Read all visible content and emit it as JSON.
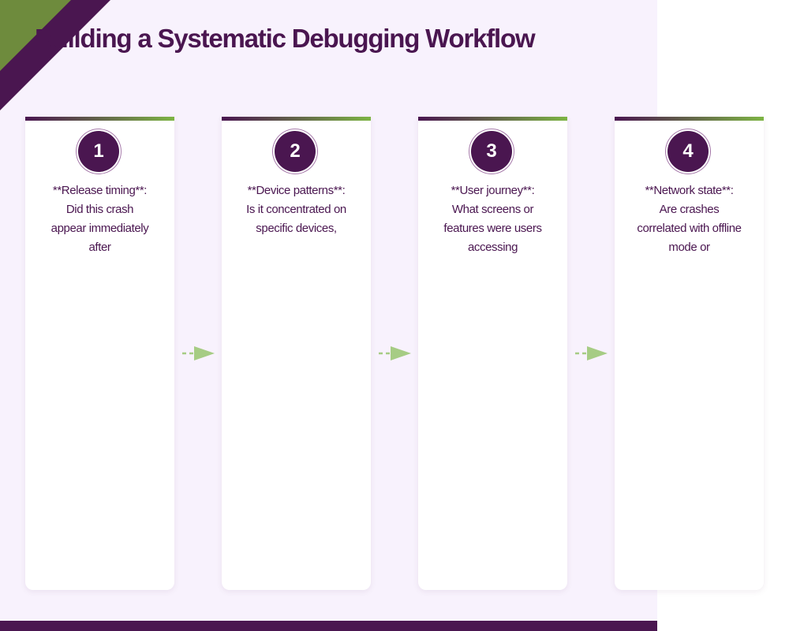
{
  "title": "Building a Systematic Debugging Workflow",
  "colors": {
    "primary": "#4a1650",
    "accent_green": "#7db444",
    "arrow_green": "#a6cc84",
    "background": "#f8f2fd"
  },
  "steps": [
    {
      "number": "1",
      "text": "**Release timing**: Did this crash appear immediately after"
    },
    {
      "number": "2",
      "text": "**Device patterns**: Is it concentrated on specific devices,"
    },
    {
      "number": "3",
      "text": "**User journey**: What screens or features were users accessing"
    },
    {
      "number": "4",
      "text": "**Network state**: Are crashes correlated with offline mode or"
    }
  ]
}
